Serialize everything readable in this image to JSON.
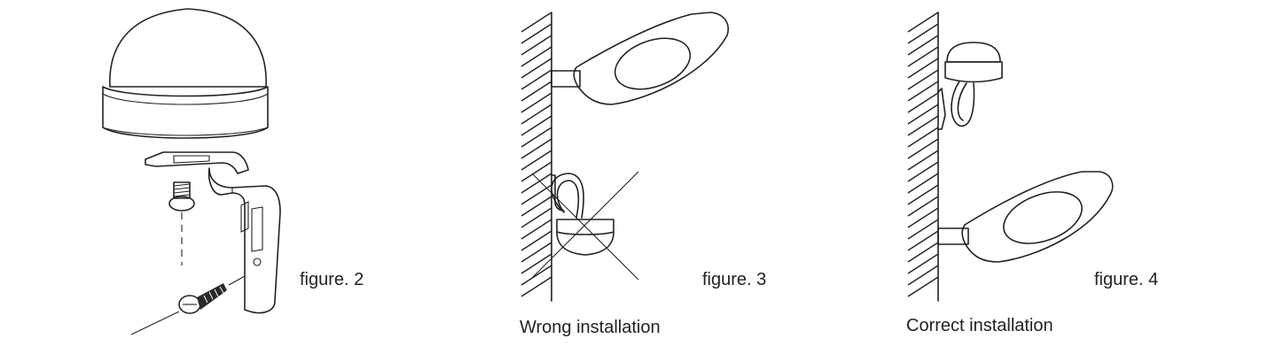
{
  "figures": [
    {
      "caption": "figure. 2"
    },
    {
      "caption": "figure. 3",
      "note": "Wrong installation"
    },
    {
      "caption": "figure. 4",
      "note": "Correct installation"
    }
  ],
  "colors": {
    "ink": "#222222",
    "background": "#ffffff"
  }
}
